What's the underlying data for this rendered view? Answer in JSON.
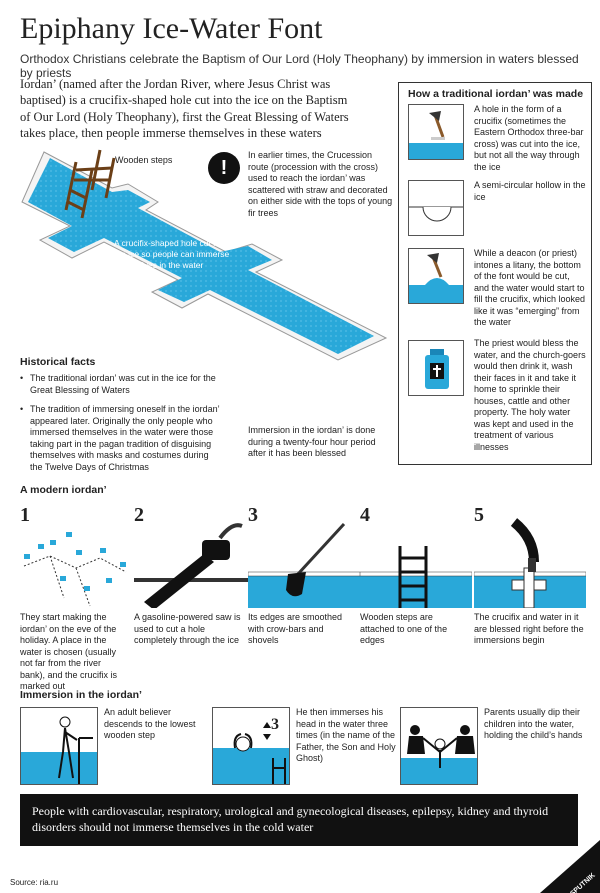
{
  "title": "Epiphany Ice-Water Font",
  "subtitle": "Orthodox Christians celebrate the Baptism of Our Lord (Holy Theophany) by immersion in waters blessed by priests",
  "intro": "Iordan’ (named after the Jordan River, where Jesus Christ was baptised) is a crucifix-shaped hole cut into the ice on the Baptism of Our Lord (Holy Theophany), first the Great Blessing of Waters takes place, then people immerse themselves in these waters",
  "diagram": {
    "wooden_steps_label": "Wooden steps",
    "hole_label": "A crucifix-shaped hole cut into the ice so people can immerse themselves in the water",
    "exclamation": "!",
    "procession_note": "In earlier times, the Crucession route (procession with the cross) used to reach the iordan’ was scattered with straw and decorated on either side with the tops of young fir trees",
    "immersion_note": "Immersion in the iordan’ is done during a twenty-four hour period after it has been blessed"
  },
  "historical": {
    "heading": "Historical facts",
    "items": [
      "The traditional iordan’ was cut in the ice for the Great Blessing of Waters",
      "The tradition of immersing oneself in the iordan’ appeared later. Originally the only people who immersed themselves in the water were those taking part in the pagan tradition of disguising themselves with masks and costumes during the Twelve Days of Christmas"
    ]
  },
  "traditional": {
    "heading": "How a traditional iordan’ was made",
    "steps": [
      "A hole in the form of a crucifix (sometimes the Eastern Orthodox three-bar cross) was cut into the ice, but not all the way through the ice",
      "A semi-circular hollow in the ice",
      "While a deacon (or priest) intones a litany, the bottom of the font would be cut, and the water would start to fill the crucifix, which looked like it was “emerging” from the water",
      "The priest would bless the water, and the church-goers would then drink it, wash their faces in it and take it home to sprinkle their houses, cattle and other property. The holy water was kept and used in the treatment of various illnesses"
    ]
  },
  "modern": {
    "heading": "A modern iordan’",
    "steps": [
      {
        "num": "1",
        "text": "They start making the iordan’ on the eve of the holiday. A place in the water is chosen (usually not far from the river bank), and the crucifix is marked out"
      },
      {
        "num": "2",
        "text": "A gasoline-powered saw is used to cut a hole completely through the ice"
      },
      {
        "num": "3",
        "text": "Its edges are smoothed with crow-bars and shovels"
      },
      {
        "num": "4",
        "text": "Wooden steps are attached to one of the edges"
      },
      {
        "num": "5",
        "text": "The crucifix and water in it are blessed right before the immersions begin"
      }
    ]
  },
  "immersion": {
    "heading": "Immersion in the iordan’",
    "items": [
      "An adult believer descends to the lowest wooden step",
      "He then immerses his head in the water three times (in the name of the Father, the Son and Holy Ghost)",
      "Parents usually dip their children into the water, holding the child’s hands"
    ],
    "times_label": "3"
  },
  "warning": "People with cardiovascular, respiratory, urological and gynecological diseases, epilepsy, kidney and thyroid disorders should not immerse themselves in the cold water",
  "source": "Source: ria.ru",
  "logo": "SPUTNIK",
  "colors": {
    "water": "#29a8d9",
    "water_dark": "#1a86b8",
    "ice": "#ffffff",
    "dark": "#111111",
    "wood": "#8a5a2b"
  }
}
